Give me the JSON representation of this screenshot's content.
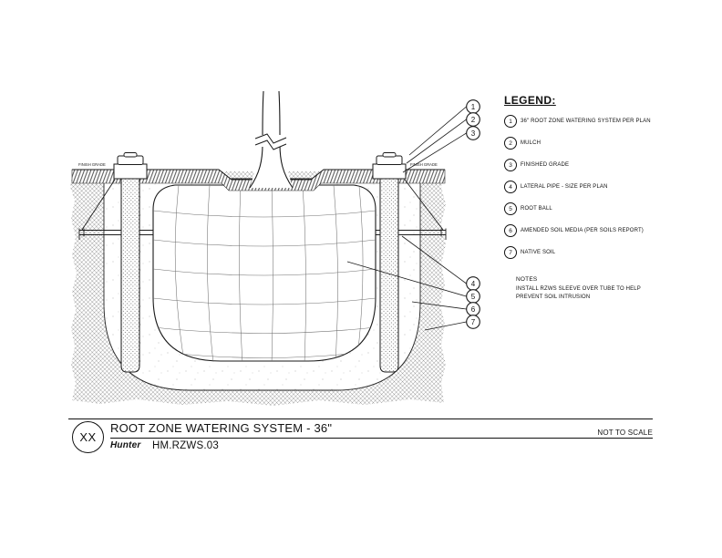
{
  "drawing": {
    "grade_label_left": "FINISH GRADE",
    "grade_label_right": "FINISH GRADE"
  },
  "legend": {
    "title": "LEGEND:",
    "items": [
      {
        "num": "1",
        "label": "36\" ROOT ZONE WATERING SYSTEM PER PLAN"
      },
      {
        "num": "2",
        "label": "MULCH"
      },
      {
        "num": "3",
        "label": "FINISHED GRADE"
      },
      {
        "num": "4",
        "label": "LATERAL PIPE - SIZE PER PLAN"
      },
      {
        "num": "5",
        "label": "ROOT BALL"
      },
      {
        "num": "6",
        "label": "AMENDED SOIL MEDIA (PER SOILS REPORT)"
      },
      {
        "num": "7",
        "label": "NATIVE SOIL"
      }
    ]
  },
  "notes": {
    "title": "NOTES",
    "line1": "INSTALL RZWS SLEEVE OVER TUBE TO HELP",
    "line2": "PREVENT SOIL INTRUSION"
  },
  "title_block": {
    "ref": "XX",
    "title": "ROOT ZONE WATERING SYSTEM - 36\"",
    "brand": "Hunter",
    "code": "HM.RZWS.03",
    "scale_note": "NOT TO SCALE"
  }
}
